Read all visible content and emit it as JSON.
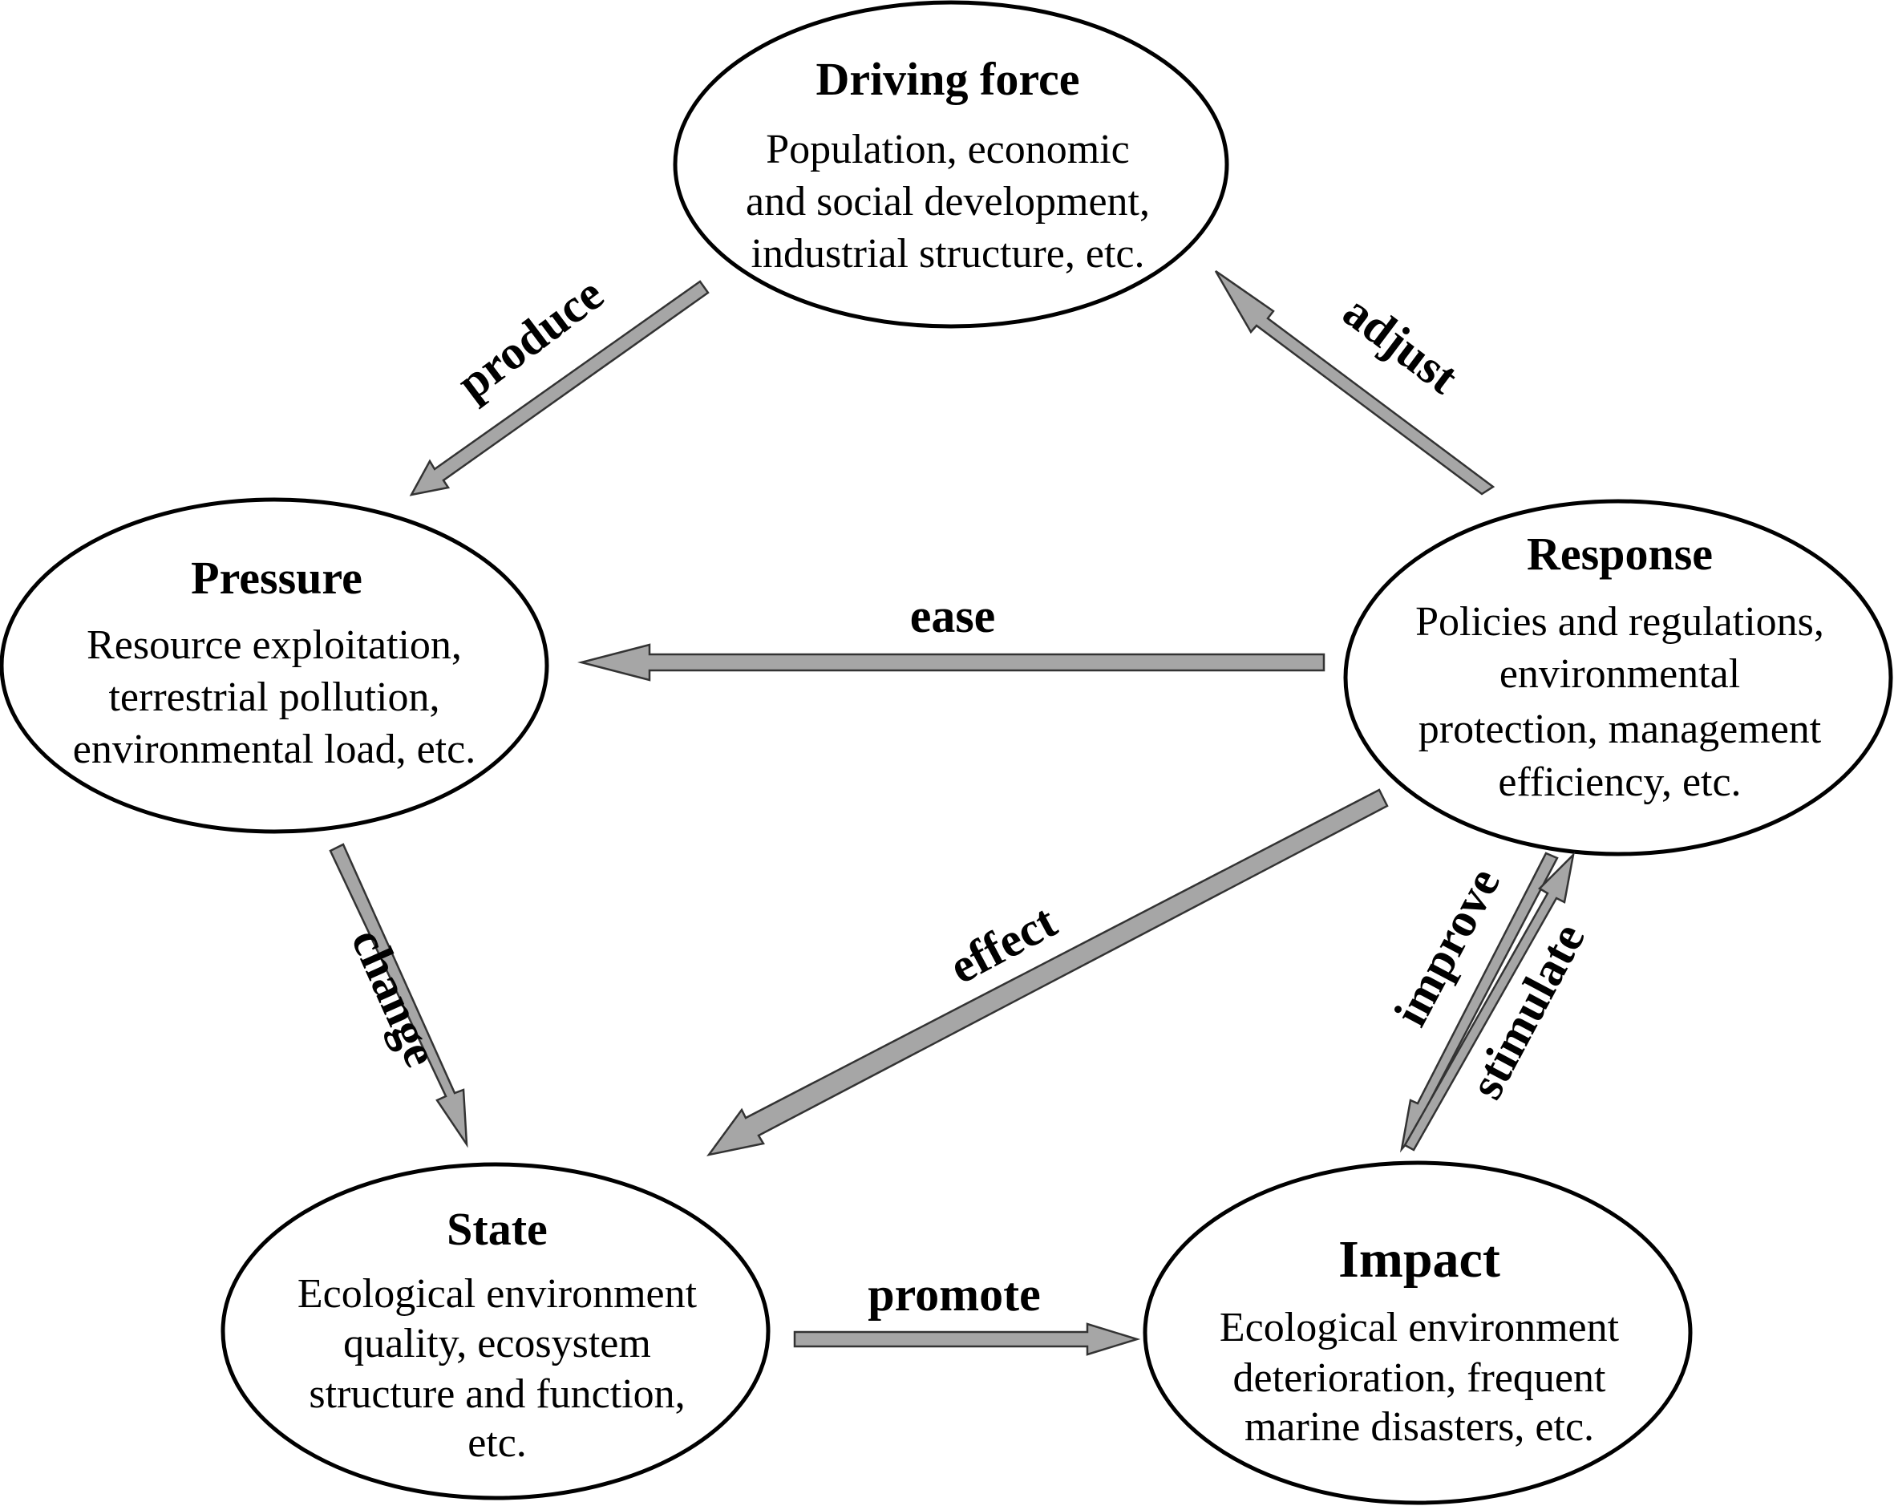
{
  "nodes": {
    "driving_force": {
      "title": "Driving force",
      "lines": [
        "Population, economic",
        "and social development,",
        "industrial structure, etc."
      ]
    },
    "pressure": {
      "title": "Pressure",
      "lines": [
        "Resource exploitation,",
        "terrestrial pollution,",
        "environmental load, etc."
      ]
    },
    "state": {
      "title": "State",
      "lines": [
        "Ecological environment",
        "quality, ecosystem",
        "structure and function,",
        "etc."
      ]
    },
    "impact": {
      "title": "Impact",
      "lines": [
        "Ecological environment",
        "deterioration, frequent",
        "marine disasters, etc."
      ]
    },
    "response": {
      "title": "Response",
      "lines": [
        "Policies and regulations,",
        "environmental",
        "protection, management",
        "efficiency, etc."
      ]
    }
  },
  "edges": {
    "produce": "produce",
    "adjust": "adjust",
    "ease": "ease",
    "change": "change",
    "effect": "effect",
    "improve": "improve",
    "stimulate": "stimulate",
    "promote": "promote"
  },
  "colors": {
    "arrow_fill": "#a6a6a6",
    "arrow_stroke": "#333333",
    "ellipse_stroke": "#000000",
    "text": "#000000"
  }
}
